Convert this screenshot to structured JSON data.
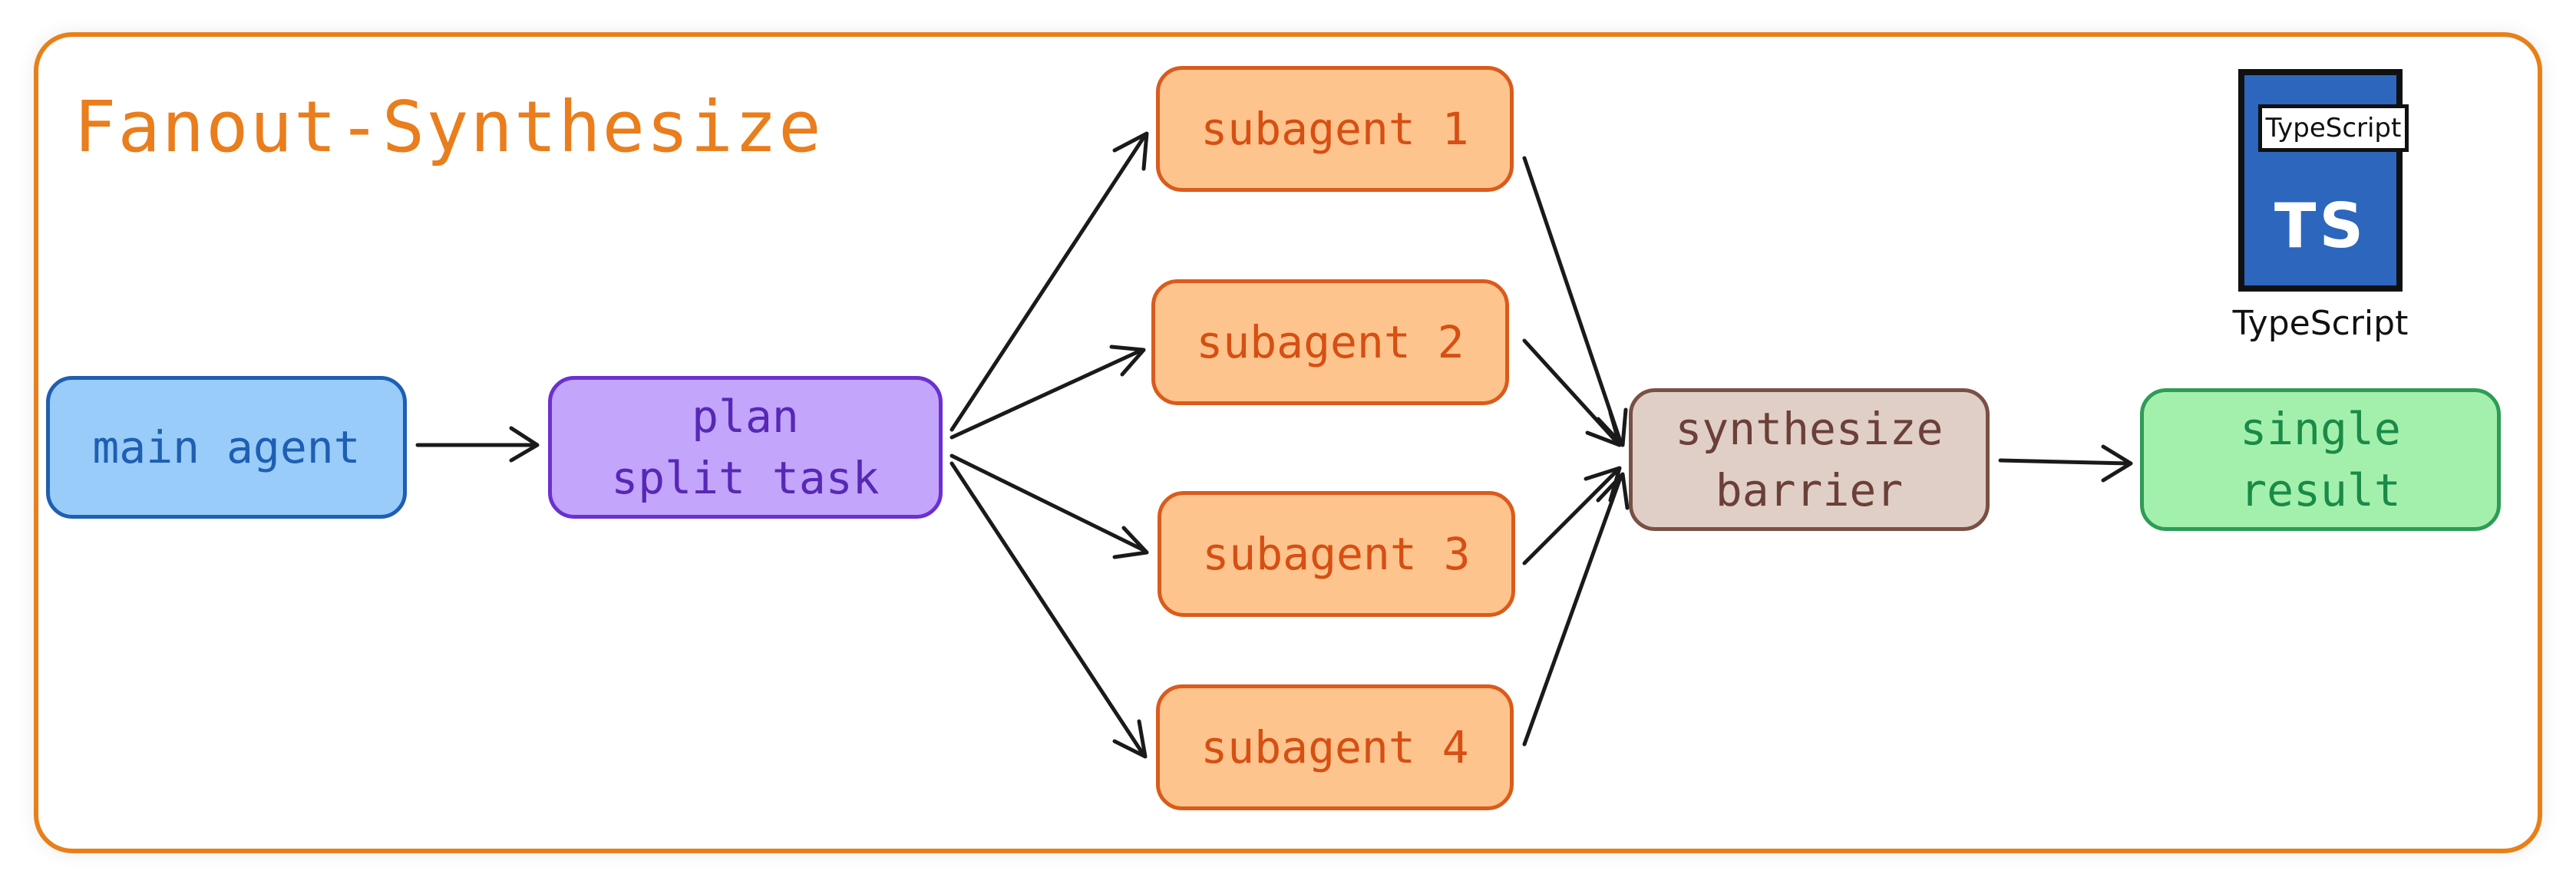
{
  "diagram": {
    "title": "Fanout-Synthesize",
    "nodes": {
      "main_agent": {
        "line1": "main agent"
      },
      "plan": {
        "line1": "plan",
        "line2": "split task"
      },
      "subagent_1": {
        "line1": "subagent 1"
      },
      "subagent_2": {
        "line1": "subagent 2"
      },
      "subagent_3": {
        "line1": "subagent 3"
      },
      "subagent_4": {
        "line1": "subagent 4"
      },
      "synthesize": {
        "line1": "synthesize",
        "line2": "barrier"
      },
      "result": {
        "line1": "single",
        "line2": "result"
      }
    },
    "logo": {
      "icon": "typescript-logo-icon",
      "box_label": "TypeScript",
      "mark": "TS",
      "caption": "TypeScript"
    },
    "colors": {
      "frame": "#e8801a",
      "title": "#ea7d1c",
      "main_agent_fill": "#99ccf9",
      "plan_fill": "#c3a5fb",
      "subagent_fill": "#fdc48d",
      "synthesize_fill": "#e0cfc7",
      "result_fill": "#a3f0ac",
      "typescript_blue": "#2c66bd"
    },
    "edges": [
      {
        "from": "main agent",
        "to": "plan"
      },
      {
        "from": "plan",
        "to": "subagent 1"
      },
      {
        "from": "plan",
        "to": "subagent 2"
      },
      {
        "from": "plan",
        "to": "subagent 3"
      },
      {
        "from": "plan",
        "to": "subagent 4"
      },
      {
        "from": "subagent 1",
        "to": "synthesize"
      },
      {
        "from": "subagent 2",
        "to": "synthesize"
      },
      {
        "from": "subagent 3",
        "to": "synthesize"
      },
      {
        "from": "subagent 4",
        "to": "synthesize"
      },
      {
        "from": "synthesize",
        "to": "single result"
      }
    ]
  }
}
